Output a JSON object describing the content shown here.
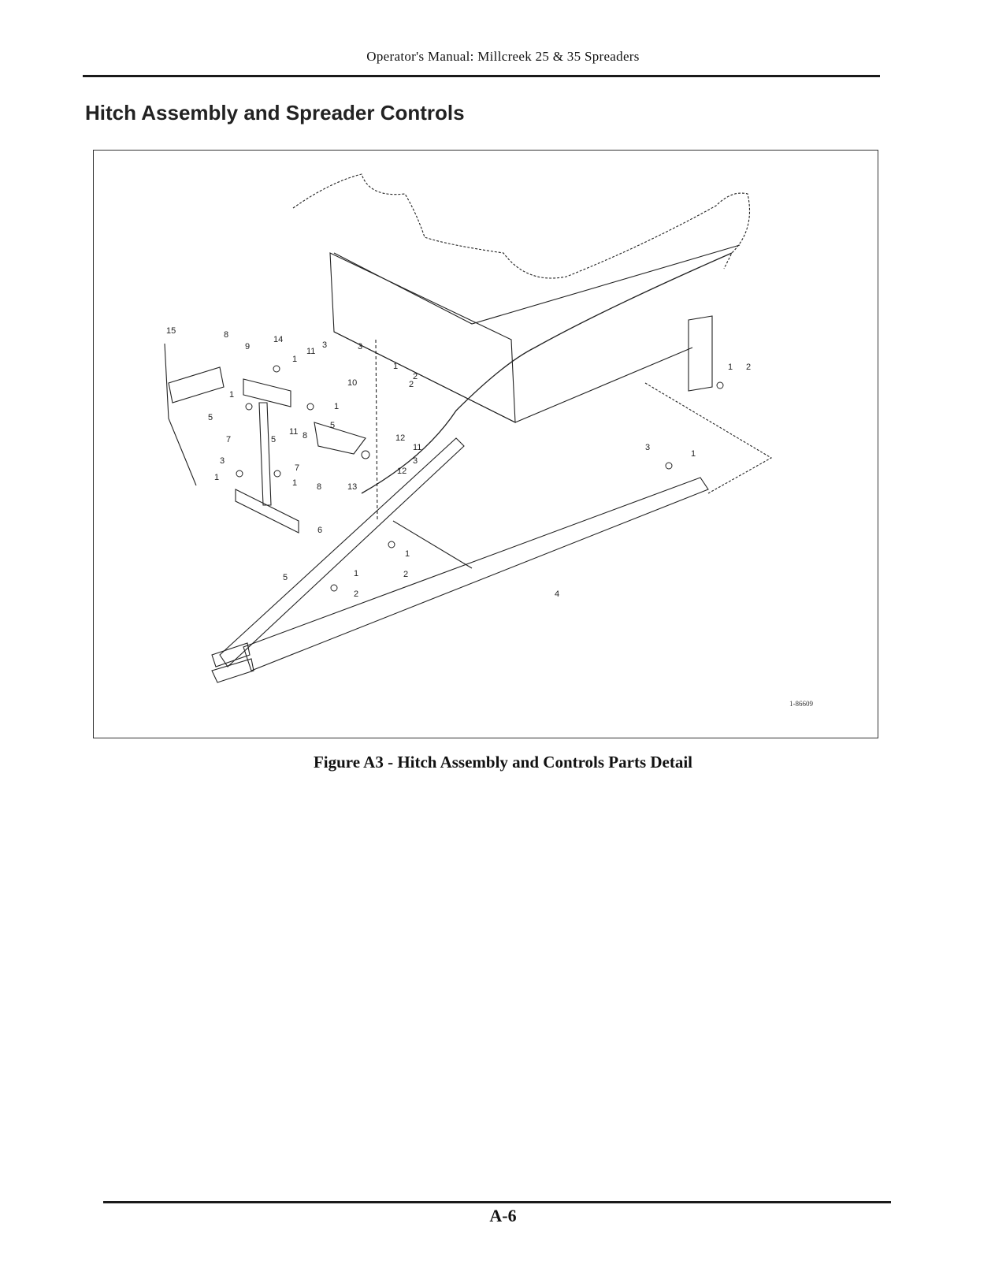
{
  "header": {
    "running_title": "Operator's Manual: Millcreek 25 & 35 Spreaders"
  },
  "section": {
    "title": "Hitch Assembly and Spreader Controls"
  },
  "figure": {
    "drawing_id": "1-86609",
    "caption": "Figure A3 - Hitch Assembly and Controls Parts Detail",
    "callouts": [
      "15",
      "8",
      "14",
      "9",
      "1",
      "11",
      "3",
      "10",
      "2",
      "1",
      "5",
      "1",
      "7",
      "5",
      "11",
      "8",
      "5",
      "12",
      "11",
      "3",
      "3",
      "1",
      "7",
      "1",
      "8",
      "13",
      "12",
      "6",
      "5",
      "1",
      "2",
      "1",
      "2",
      "4",
      "1",
      "2",
      "3",
      "1",
      "3",
      "1",
      "2"
    ]
  },
  "footer": {
    "page_number": "A-6"
  }
}
